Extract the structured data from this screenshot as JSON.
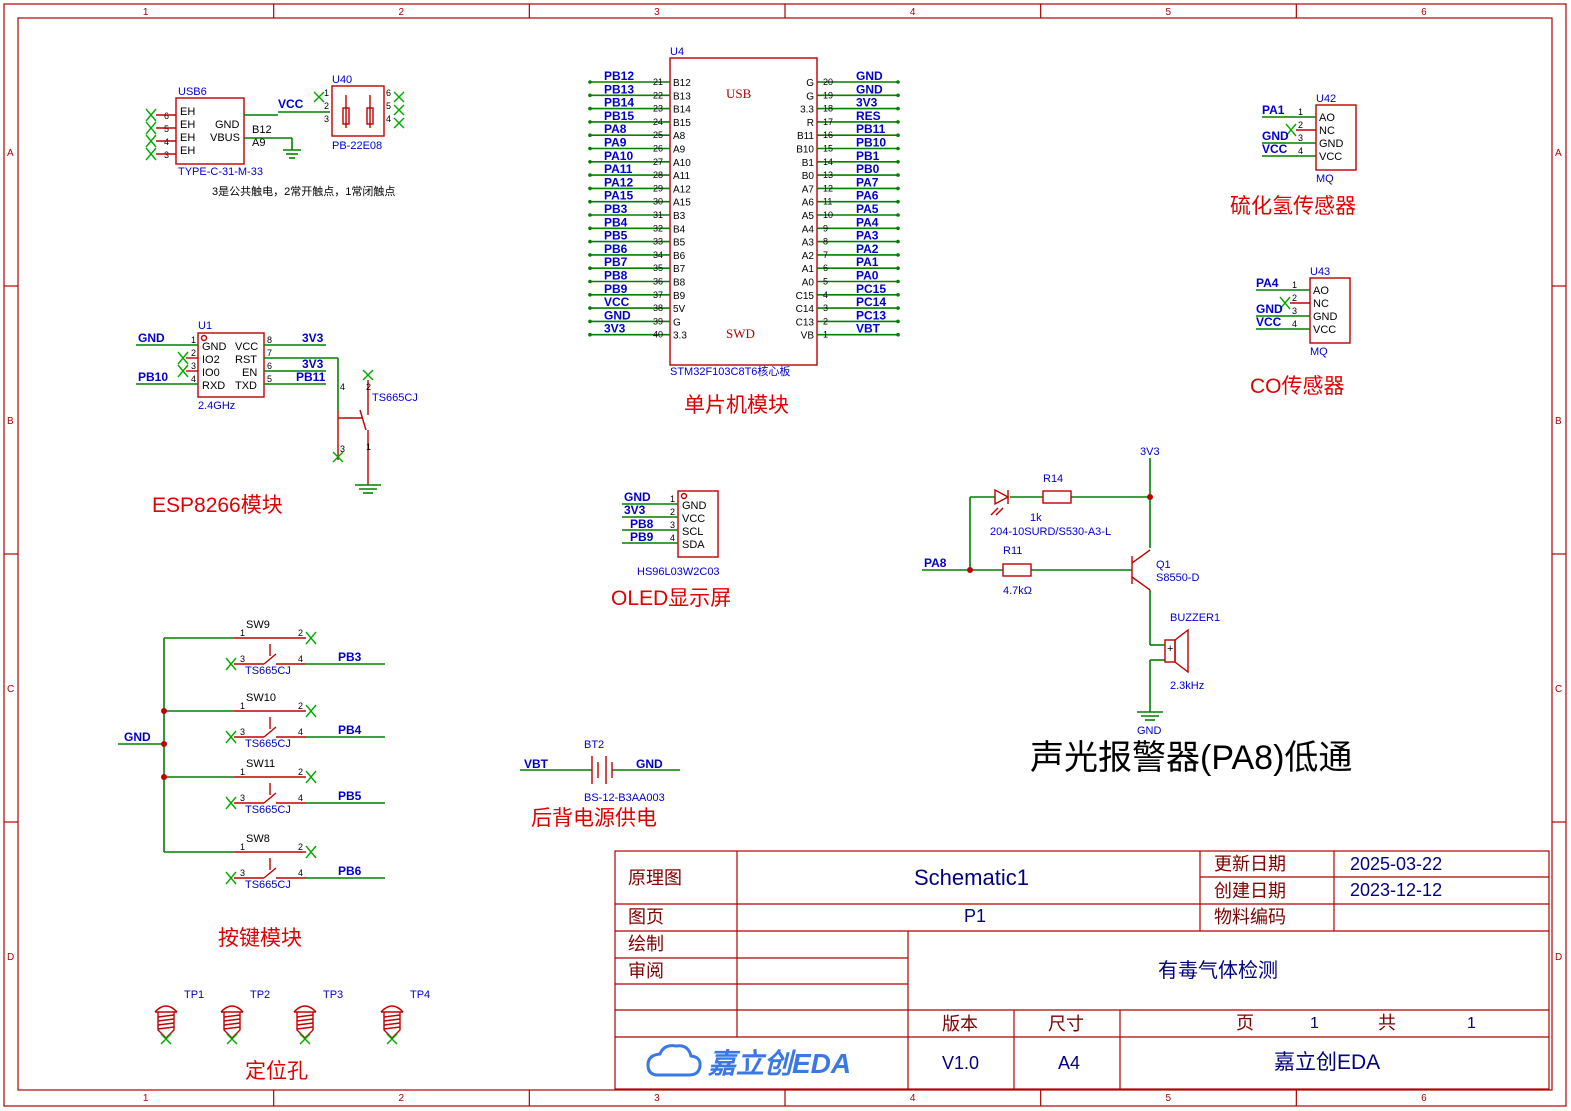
{
  "border": {
    "cols": [
      "1",
      "2",
      "3",
      "4",
      "5",
      "6"
    ],
    "rows": [
      "A",
      "B",
      "C",
      "D"
    ]
  },
  "usb": {
    "ref": "USB6",
    "part": "TYPE-C-31-M-33",
    "pins": [
      "EH",
      "EH",
      "EH",
      "EH"
    ],
    "pin_nums": [
      "6",
      "5",
      "4",
      "3"
    ],
    "gnd": "GND",
    "vbus": "VBUS",
    "net_b12": "B12",
    "net_a9": "A9",
    "vcc": "VCC",
    "note": "3是公共触电，2常开触点，1常闭触点"
  },
  "u40": {
    "ref": "U40",
    "part": "PB-22E08",
    "left": [
      "1",
      "2",
      "3"
    ],
    "right": [
      "6",
      "5",
      "4"
    ]
  },
  "mcu": {
    "ref": "U4",
    "part": "STM32F103C8T6核心板",
    "usb": "USB",
    "swd": "SWD",
    "left": [
      {
        "net": "PB12",
        "num": "21",
        "pin": "B12"
      },
      {
        "net": "PB13",
        "num": "22",
        "pin": "B13"
      },
      {
        "net": "PB14",
        "num": "23",
        "pin": "B14"
      },
      {
        "net": "PB15",
        "num": "24",
        "pin": "B15"
      },
      {
        "net": "PA8",
        "num": "25",
        "pin": "A8"
      },
      {
        "net": "PA9",
        "num": "26",
        "pin": "A9"
      },
      {
        "net": "PA10",
        "num": "27",
        "pin": "A10"
      },
      {
        "net": "PA11",
        "num": "28",
        "pin": "A11"
      },
      {
        "net": "PA12",
        "num": "29",
        "pin": "A12"
      },
      {
        "net": "PA15",
        "num": "30",
        "pin": "A15"
      },
      {
        "net": "PB3",
        "num": "31",
        "pin": "B3"
      },
      {
        "net": "PB4",
        "num": "32",
        "pin": "B4"
      },
      {
        "net": "PB5",
        "num": "33",
        "pin": "B5"
      },
      {
        "net": "PB6",
        "num": "34",
        "pin": "B6"
      },
      {
        "net": "PB7",
        "num": "35",
        "pin": "B7"
      },
      {
        "net": "PB8",
        "num": "36",
        "pin": "B8"
      },
      {
        "net": "PB9",
        "num": "37",
        "pin": "B9"
      },
      {
        "net": "VCC",
        "num": "38",
        "pin": "5V"
      },
      {
        "net": "GND",
        "num": "39",
        "pin": "G"
      },
      {
        "net": "3V3",
        "num": "40",
        "pin": "3.3"
      }
    ],
    "right": [
      {
        "net": "GND",
        "num": "20",
        "pin": "G"
      },
      {
        "net": "GND",
        "num": "19",
        "pin": "G"
      },
      {
        "net": "3V3",
        "num": "18",
        "pin": "3.3"
      },
      {
        "net": "RES",
        "num": "17",
        "pin": "R"
      },
      {
        "net": "PB11",
        "num": "16",
        "pin": "B11"
      },
      {
        "net": "PB10",
        "num": "15",
        "pin": "B10"
      },
      {
        "net": "PB1",
        "num": "14",
        "pin": "B1"
      },
      {
        "net": "PB0",
        "num": "13",
        "pin": "B0"
      },
      {
        "net": "PA7",
        "num": "12",
        "pin": "A7"
      },
      {
        "net": "PA6",
        "num": "11",
        "pin": "A6"
      },
      {
        "net": "PA5",
        "num": "10",
        "pin": "A5"
      },
      {
        "net": "PA4",
        "num": "9",
        "pin": "A4"
      },
      {
        "net": "PA3",
        "num": "8",
        "pin": "A3"
      },
      {
        "net": "PA2",
        "num": "7",
        "pin": "A2"
      },
      {
        "net": "PA1",
        "num": "6",
        "pin": "A1"
      },
      {
        "net": "PA0",
        "num": "5",
        "pin": "A0"
      },
      {
        "net": "PC15",
        "num": "4",
        "pin": "C15"
      },
      {
        "net": "PC14",
        "num": "3",
        "pin": "C14"
      },
      {
        "net": "PC13",
        "num": "2",
        "pin": "C13"
      },
      {
        "net": "VBT",
        "num": "1",
        "pin": "VB"
      }
    ]
  },
  "h2s": {
    "ref": "U42",
    "part": "MQ",
    "pins": [
      "AO",
      "NC",
      "GND",
      "VCC"
    ],
    "nums": [
      "1",
      "2",
      "3",
      "4"
    ],
    "net_ao": "PA1",
    "net_gnd": "GND",
    "net_vcc": "VCC"
  },
  "co": {
    "ref": "U43",
    "part": "MQ",
    "pins": [
      "AO",
      "NC",
      "GND",
      "VCC"
    ],
    "nums": [
      "1",
      "2",
      "3",
      "4"
    ],
    "net_ao": "PA4",
    "net_gnd": "GND",
    "net_vcc": "VCC"
  },
  "esp": {
    "ref": "U1",
    "part": "2.4GHz",
    "left_pins": [
      "GND",
      "IO2",
      "IO0",
      "RXD"
    ],
    "left_nums": [
      "1",
      "2",
      "3",
      "4"
    ],
    "right_pins": [
      "VCC",
      "RST",
      "EN",
      "TXD"
    ],
    "right_nums": [
      "8",
      "7",
      "6",
      "5"
    ],
    "net_gnd": "GND",
    "net_pb10": "PB10",
    "net_3v3a": "3V3",
    "net_3v3b": "3V3",
    "net_pb11": "PB11",
    "sw_ref": "TS665CJ",
    "sw_nums": [
      "4",
      "2",
      "3",
      "1"
    ]
  },
  "oled": {
    "ref": "HS96L03W2C03",
    "pins": [
      "GND",
      "VCC",
      "SCL",
      "SDA"
    ],
    "nums": [
      "1",
      "2",
      "3",
      "4"
    ],
    "nets": [
      "GND",
      "3V3",
      "PB8",
      "PB9"
    ]
  },
  "buzzer": {
    "vcc": "3V3",
    "r14": "R14",
    "r14_val": "1k",
    "led": "204-10SURD/S530-A3-L",
    "pa8": "PA8",
    "r11": "R11",
    "r11_val": "4.7kΩ",
    "q1": "Q1",
    "q1_part": "S8550-D",
    "buzzer": "BUZZER1",
    "buzzer_val": "2.3kHz",
    "gnd": "GND",
    "plus": "+"
  },
  "battery": {
    "ref": "BT2",
    "part": "BS-12-B3AA003",
    "vbt": "VBT",
    "gnd": "GND"
  },
  "keys": {
    "gnd": "GND",
    "items": [
      {
        "ref": "SW9",
        "part": "TS665CJ",
        "net": "PB3"
      },
      {
        "ref": "SW10",
        "part": "TS665CJ",
        "net": "PB4"
      },
      {
        "ref": "SW11",
        "part": "TS665CJ",
        "net": "PB5"
      },
      {
        "ref": "SW8",
        "part": "TS665CJ",
        "net": "PB6"
      }
    ],
    "nums": [
      "1",
      "2",
      "3",
      "4"
    ]
  },
  "holes": [
    "TP1",
    "TP2",
    "TP3",
    "TP4"
  ],
  "titles": {
    "mcu": "单片机模块",
    "h2s": "硫化氢传感器",
    "co": "CO传感器",
    "esp": "ESP8266模块",
    "oled": "OLED显示屏",
    "alarm": "声光报警器(PA8)低通",
    "battery": "后背电源供电",
    "keys": "按键模块",
    "holes": "定位孔"
  },
  "titleblock": {
    "l_schematic": "原理图",
    "schematic": "Schematic1",
    "l_updated": "更新日期",
    "updated": "2025-03-22",
    "l_created": "创建日期",
    "created": "2023-12-12",
    "l_page": "图页",
    "page": "P1",
    "l_material": "物料编码",
    "l_draw": "绘制",
    "l_review": "审阅",
    "project": "有毒气体检测",
    "l_version": "版本",
    "l_size": "尺寸",
    "l_pg": "页",
    "pg": "1",
    "l_total": "共",
    "total": "1",
    "logo": "嘉立创EDA",
    "version": "V1.0",
    "size": "A4",
    "company": "嘉立创EDA"
  }
}
